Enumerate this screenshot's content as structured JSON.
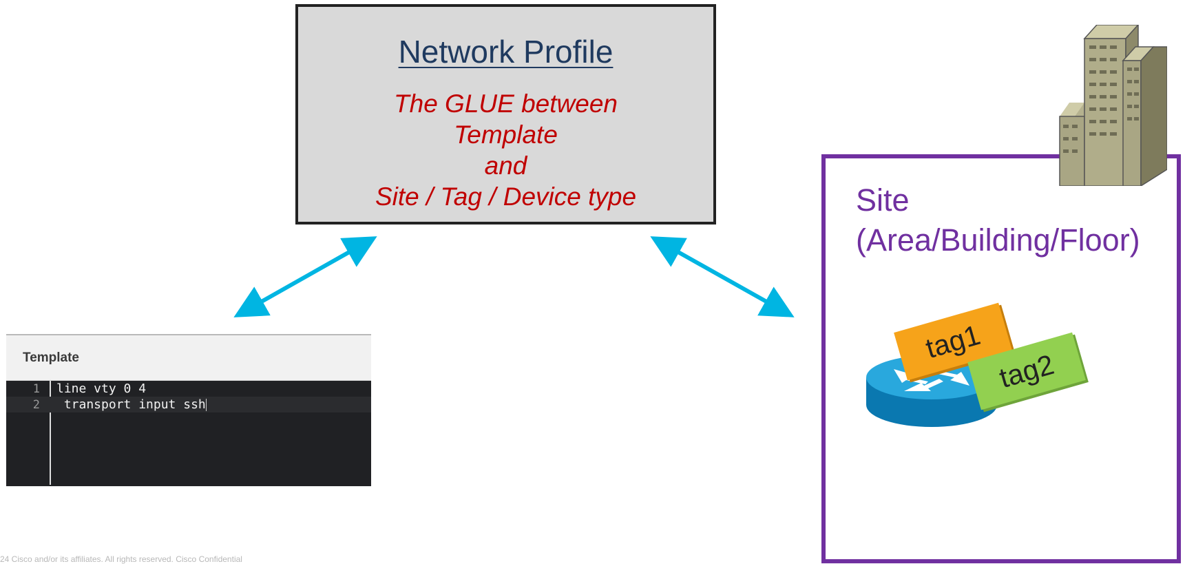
{
  "network_profile": {
    "title": "Network Profile",
    "description_lines": [
      "The GLUE between",
      "Template",
      "and",
      "Site / Tag / Device type"
    ]
  },
  "template_panel": {
    "title": "Template",
    "lines": [
      {
        "number": "1",
        "text": "line vty 0 4"
      },
      {
        "number": "2",
        "text": " transport input ssh"
      }
    ]
  },
  "site": {
    "label_line1": "Site",
    "label_line2": "(Area/Building/Floor)",
    "tags": [
      "tag1",
      "tag2"
    ]
  },
  "footer": {
    "text": "24 Cisco and/or its affiliates. All rights reserved. Cisco Confidential"
  },
  "colors": {
    "arrow": "#00b5e2",
    "site_border": "#7030a0",
    "glue_text": "#c00000",
    "title_text": "#1f3a5f",
    "tag1": "#f6a31a",
    "tag2": "#92d050"
  }
}
